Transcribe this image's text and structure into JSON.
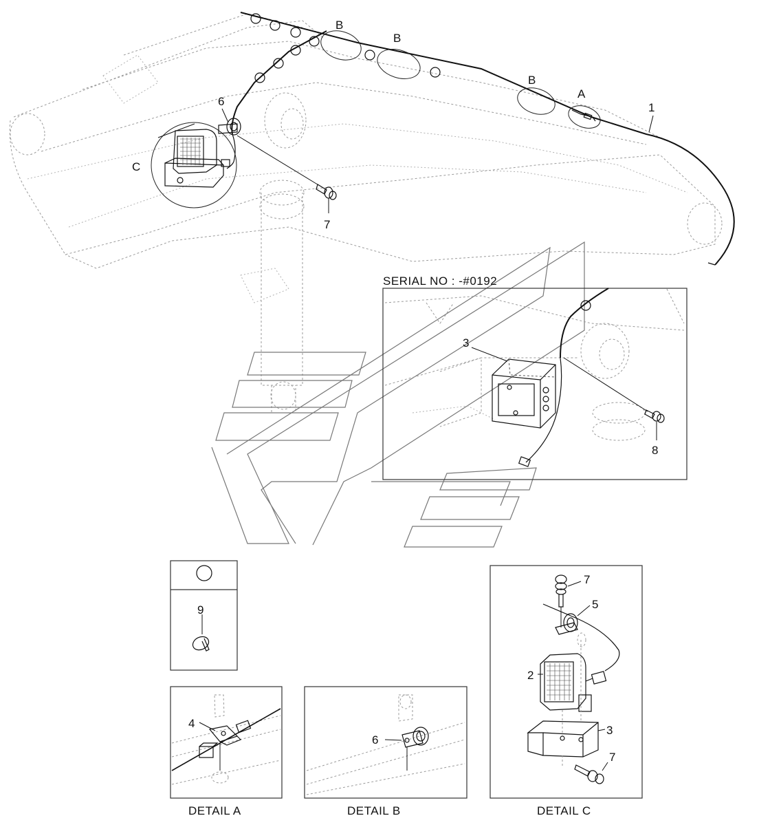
{
  "serial_note": "SERIAL NO : -#0192",
  "details": {
    "a": "DETAIL  A",
    "b": "DETAIL  B",
    "c": "DETAIL  C"
  },
  "callouts": {
    "a": "A",
    "b": "B",
    "c": "C"
  },
  "parts": {
    "p1": "1",
    "p2": "2",
    "p3": "3",
    "p4": "4",
    "p5": "5",
    "p6": "6",
    "p7": "7",
    "p8": "8",
    "p9": "9"
  }
}
